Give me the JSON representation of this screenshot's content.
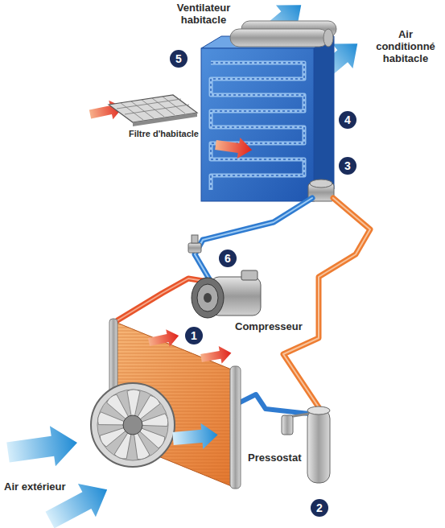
{
  "diagram": {
    "labels": [
      "Ventilateur habitacle",
      "Air conditionné habitacle",
      "5",
      "Filtre d'habitacle",
      "4",
      "3",
      "6",
      "1",
      "Compresseur",
      "Pressostat",
      "Air extérieur",
      "2"
    ]
  }
}
